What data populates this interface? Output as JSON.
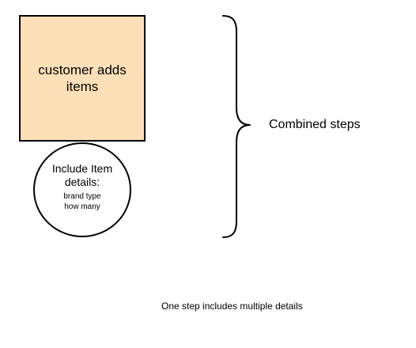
{
  "diagram": {
    "process_box": {
      "label": "customer adds\nitems",
      "fill_color": "#fddfb8",
      "border_color": "#000000"
    },
    "details_circle": {
      "title": "Include Item\ndetails:",
      "items": [
        "brand type",
        "how many"
      ],
      "fill_color": "#ffffff",
      "border_color": "#000000"
    },
    "brace": {
      "label": "Combined steps",
      "stroke_color": "#000000"
    },
    "caption": "One step includes multiple details"
  }
}
